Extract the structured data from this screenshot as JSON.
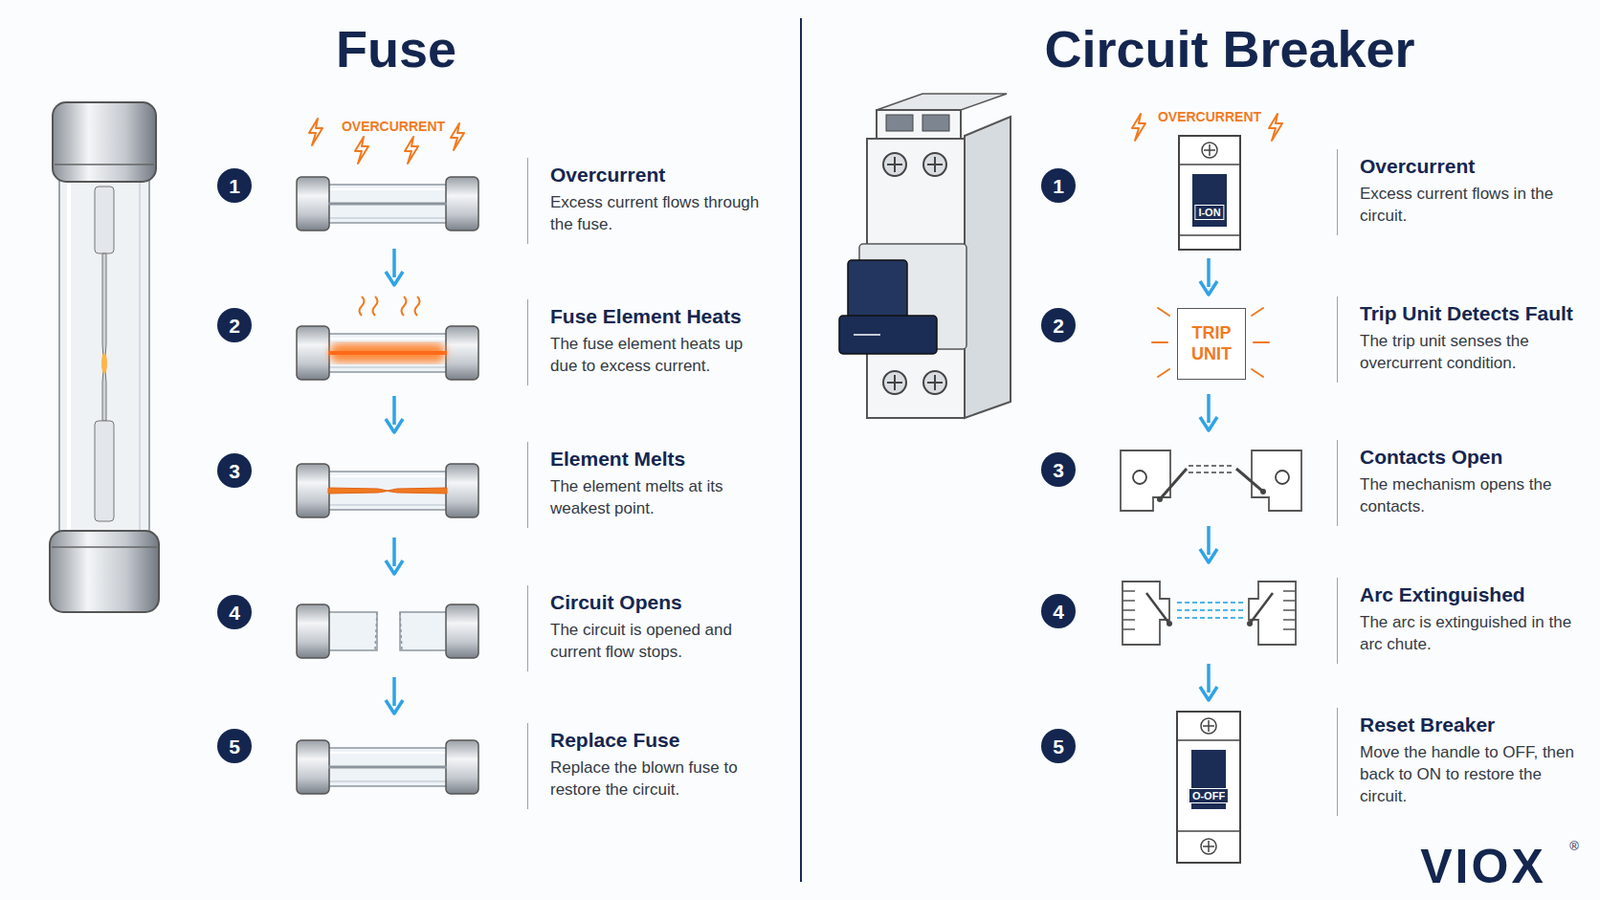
{
  "diagram": {
    "nodes": [
      {
        "text": [
          "1"
        ]
      },
      {
        "text": [
          "Overcurrent",
          "Excess current flows through the fuse."
        ]
      },
      {
        "text": [
          "2"
        ]
      },
      {
        "text": [
          "Fuse Element Heats",
          "The fuse element heats up due to excess current."
        ]
      },
      {
        "text": [
          "3"
        ]
      },
      {
        "text": [
          "Element Melts",
          "The element melts at its weakest point."
        ]
      },
      {
        "text": [
          "4"
        ]
      },
      {
        "text": [
          "Circuit Opens",
          "The circuit is opened and current flow stops."
        ]
      },
      {
        "text": [
          "5"
        ]
      },
      {
        "text": [
          "Replace Fuse",
          "Replace the blown fuse to restore the circuit."
        ]
      },
      {
        "text": [
          "1"
        ]
      },
      {
        "text": [
          "Overcurrent",
          "Excess current flows in the circuit."
        ]
      },
      {
        "text": [
          "2"
        ]
      },
      {
        "text": [
          "TRIP UNIT"
        ]
      },
      {
        "text": [
          "Trip Unit Detects Fault",
          "The trip unit senses the overcurrent condition."
        ]
      },
      {
        "text": [
          "3"
        ]
      },
      {
        "text": [
          "Contacts Open",
          "The mechanism opens the contacts."
        ]
      },
      {
        "text": [
          "4"
        ]
      },
      {
        "text": [
          "Arc Extinguished",
          "The arc is extinguished in the arc chute."
        ]
      },
      {
        "text": [
          "5"
        ]
      },
      {
        "text": [
          "Reset Breaker",
          "Move the handle to OFF, then back to ON to restore the circuit."
        ]
      }
    ],
    "labels": [
      "Fuse",
      "Circuit Breaker",
      "OVERCURRENT",
      "OVERCURRENT",
      "I-ON",
      "O-OFF",
      "VIOX",
      "®"
    ]
  }
}
